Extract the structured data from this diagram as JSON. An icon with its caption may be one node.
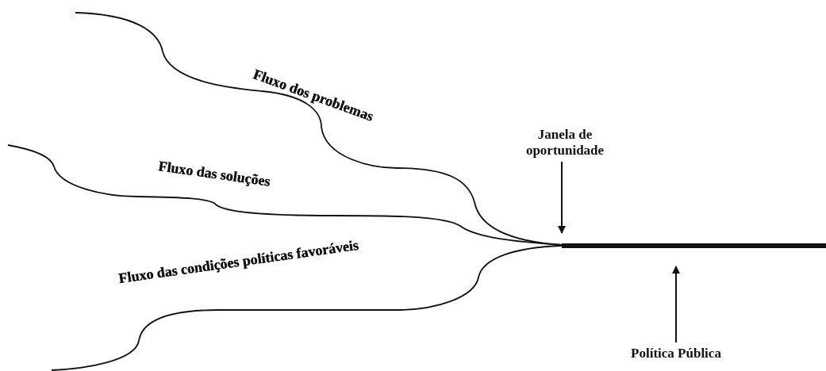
{
  "diagram": {
    "nodes": [
      {
        "text": [
          "Janela de oportunidade"
        ]
      },
      {
        "text": [
          "Política Pública"
        ]
      }
    ],
    "edges": [
      {
        "from": 0,
        "to": null,
        "arrow": "to"
      },
      {
        "from": 1,
        "to": null,
        "arrow": "to"
      }
    ],
    "labels": [
      "Fluxo dos problemas",
      "Fluxo das soluções",
      "Fluxo das condições políticas favoráveis"
    ]
  }
}
